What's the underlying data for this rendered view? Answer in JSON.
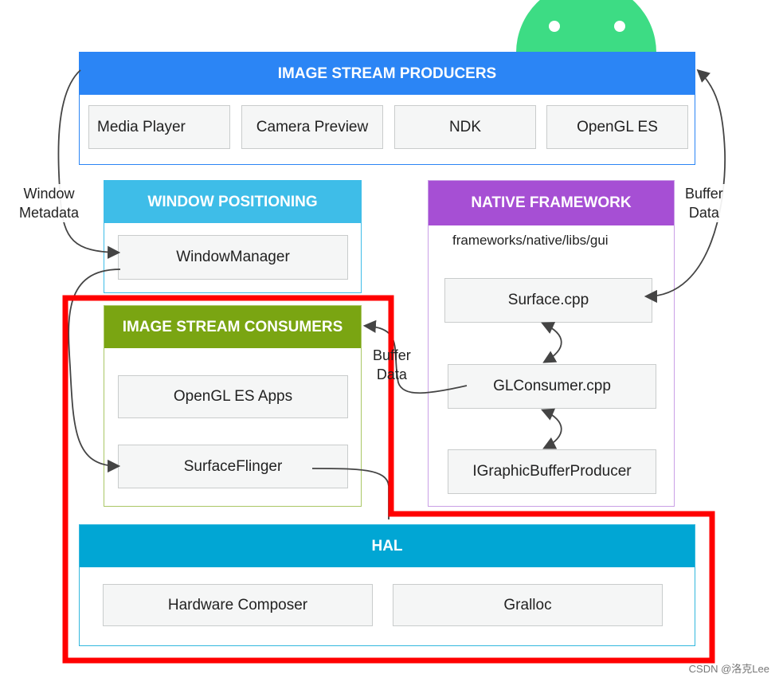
{
  "colors": {
    "producers": "#2b85f5",
    "window": "#3ebde8",
    "native": "#a64fd4",
    "consumers": "#7aa512",
    "hal": "#01a6d4",
    "highlight": "#ff0000",
    "android": "#3ddc84"
  },
  "mascot": "android-head-icon",
  "producers": {
    "title": "IMAGE STREAM PRODUCERS",
    "items": [
      "Media Player",
      "Camera Preview",
      "NDK",
      "OpenGL ES"
    ]
  },
  "window_positioning": {
    "title": "WINDOW POSITIONING",
    "items": [
      "WindowManager"
    ]
  },
  "native_framework": {
    "title": "NATIVE FRAMEWORK",
    "path": "frameworks/native/libs/gui",
    "items": [
      "Surface.cpp",
      "GLConsumer.cpp",
      "IGraphicBufferProducer"
    ]
  },
  "consumers": {
    "title": "IMAGE STREAM CONSUMERS",
    "items": [
      "OpenGL ES Apps",
      "SurfaceFlinger"
    ]
  },
  "hal": {
    "title": "HAL",
    "items": [
      "Hardware Composer",
      "Gralloc"
    ]
  },
  "labels": {
    "window_metadata": [
      "Window",
      "Metadata"
    ],
    "buffer_data_right": [
      "Buffer",
      "Data"
    ],
    "buffer_data_middle": [
      "Buffer",
      "Data"
    ]
  },
  "watermark": "CSDN @洛克Lee"
}
